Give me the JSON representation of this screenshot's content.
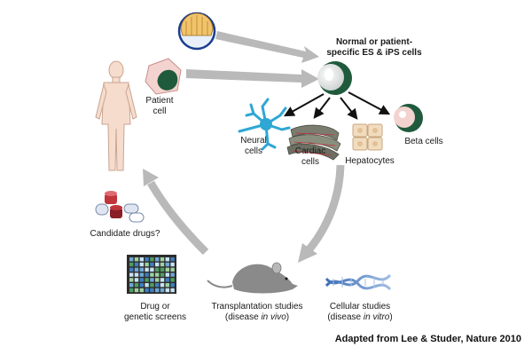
{
  "labels": {
    "stem_cells_line1": "Normal or patient-",
    "stem_cells_line2": "specific ES & iPS cells",
    "patient_cell_line1": "Patient",
    "patient_cell_line2": "cell",
    "neural_line1": "Neural",
    "neural_line2": "cells",
    "cardiac_line1": "Cardiac",
    "cardiac_line2": "cells",
    "hepatocytes": "Hepatocytes",
    "beta": "Beta cells",
    "candidate_drugs": "Candidate drugs?",
    "drug_screens_line1": "Drug or",
    "drug_screens_line2": "genetic screens",
    "transplant_line1": "Transplantation studies",
    "transplant_line2_pre": "(disease ",
    "transplant_line2_em": "in vivo",
    "transplant_line2_post": ")",
    "cellular_line1": "Cellular studies",
    "cellular_line2_pre": "(disease ",
    "cellular_line2_em": "in vitro",
    "cellular_line2_post": ")"
  },
  "credit": "Adapted from Lee & Studer, Nature 2010",
  "colors": {
    "arrow_gray": "#b9b9b9",
    "cell_green": "#1f5a3c",
    "patient_pink": "#f3d3d0",
    "body_skin": "#f6dccd",
    "neuron_blue": "#2fa7d4",
    "hepatocyte_tan": "#f1dcbf",
    "mouse_gray": "#8a8a8a",
    "dna_blue": "#6a8fc9",
    "pill_red": "#c0343c"
  }
}
